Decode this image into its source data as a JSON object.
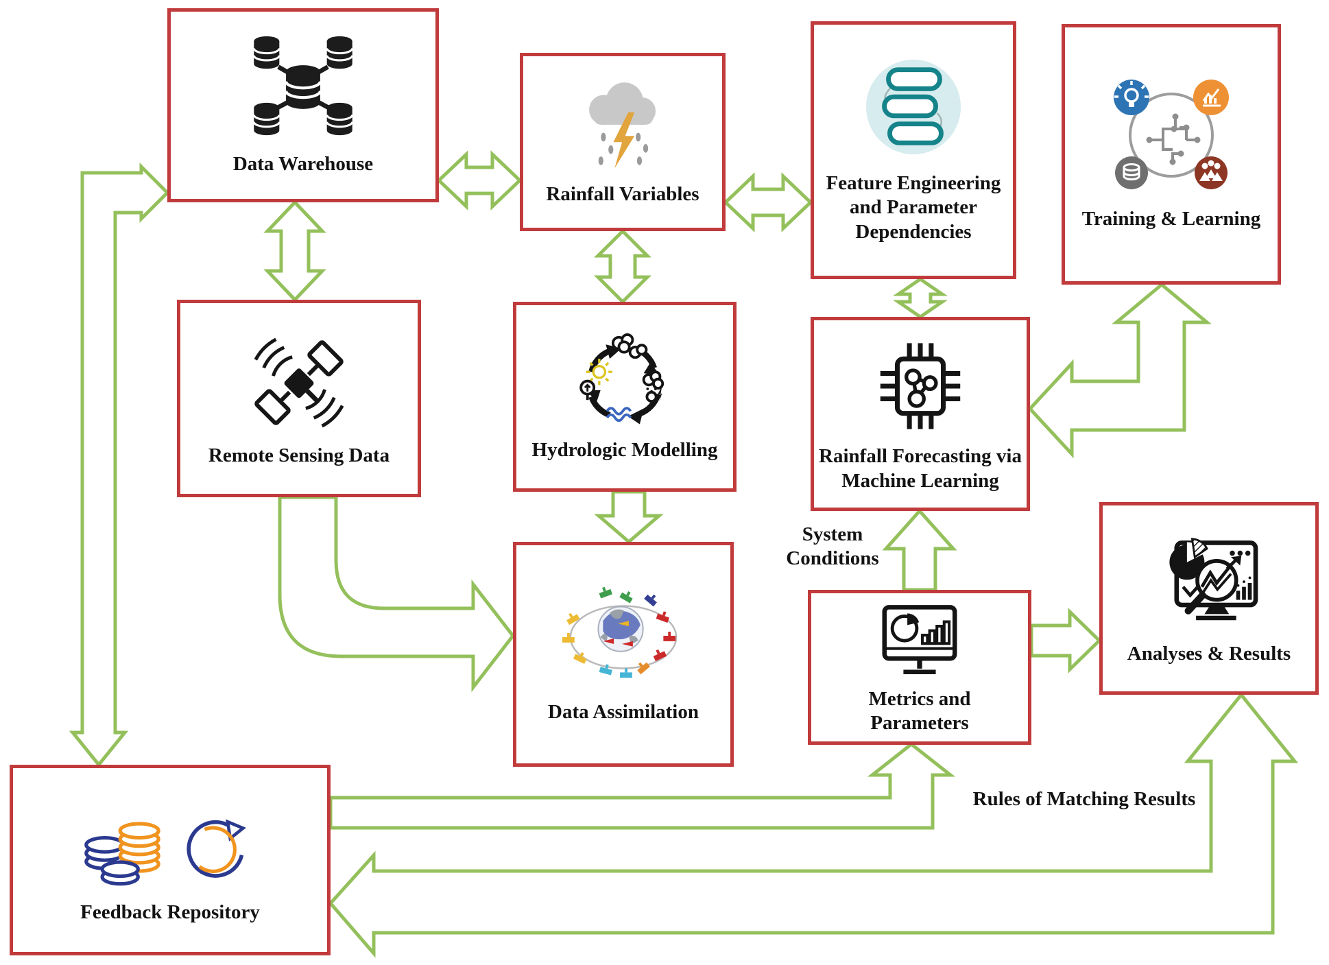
{
  "diagram": {
    "title": "Rainfall forecasting system architecture",
    "colors": {
      "box_border": "#c13b3c",
      "arrow_green": "#94c05c",
      "text": "#131313",
      "background": "#ffffff"
    },
    "nodes": [
      {
        "id": "data-warehouse",
        "label": "Data Warehouse",
        "icon": "database-network-icon"
      },
      {
        "id": "rainfall-variables",
        "label": "Rainfall Variables",
        "icon": "storm-cloud-icon"
      },
      {
        "id": "feature-engineering",
        "label": "Feature Engineering and Parameter Dependencies",
        "icon": "linked-pills-icon"
      },
      {
        "id": "training-learning",
        "label": "Training & Learning",
        "icon": "machine-learning-brain-icon"
      },
      {
        "id": "remote-sensing",
        "label": "Remote Sensing Data",
        "icon": "satellite-icon"
      },
      {
        "id": "hydrologic-modelling",
        "label": "Hydrologic Modelling",
        "icon": "water-cycle-icon"
      },
      {
        "id": "rainfall-forecasting",
        "label": "Rainfall Forecasting via Machine Learning",
        "icon": "ai-chip-icon"
      },
      {
        "id": "data-assimilation",
        "label": "Data Assimilation",
        "icon": "earth-satellites-icon"
      },
      {
        "id": "metrics-parameters",
        "label": "Metrics and Parameters",
        "icon": "dashboard-monitor-icon"
      },
      {
        "id": "analyses-results",
        "label": "Analyses & Results",
        "icon": "analysis-monitor-icon"
      },
      {
        "id": "feedback-repository",
        "label": "Feedback Repository",
        "icon": "coins-refresh-icon"
      }
    ],
    "edge_labels": [
      {
        "id": "system-conditions",
        "text": "System Conditions"
      },
      {
        "id": "rules-of-matching",
        "text": "Rules of Matching Results"
      }
    ],
    "connections": [
      {
        "from": "data-warehouse",
        "to": "rainfall-variables",
        "type": "bidirectional"
      },
      {
        "from": "rainfall-variables",
        "to": "feature-engineering",
        "type": "bidirectional"
      },
      {
        "from": "data-warehouse",
        "to": "remote-sensing",
        "type": "bidirectional"
      },
      {
        "from": "rainfall-variables",
        "to": "hydrologic-modelling",
        "type": "bidirectional"
      },
      {
        "from": "feature-engineering",
        "to": "rainfall-forecasting",
        "type": "bidirectional"
      },
      {
        "from": "training-learning",
        "to": "rainfall-forecasting",
        "type": "bidirectional"
      },
      {
        "from": "hydrologic-modelling",
        "to": "data-assimilation",
        "type": "single"
      },
      {
        "from": "remote-sensing",
        "to": "data-assimilation",
        "type": "single"
      },
      {
        "from": "data-warehouse",
        "to": "feedback-repository",
        "type": "bidirectional"
      },
      {
        "from": "feedback-repository",
        "to": "metrics-parameters",
        "type": "single"
      },
      {
        "from": "metrics-parameters",
        "to": "rainfall-forecasting",
        "type": "single",
        "label": "System Conditions"
      },
      {
        "from": "metrics-parameters",
        "to": "analyses-results",
        "type": "single"
      },
      {
        "from": "feedback-repository",
        "to": "analyses-results",
        "type": "bidirectional",
        "label": "Rules of Matching Results"
      }
    ]
  }
}
